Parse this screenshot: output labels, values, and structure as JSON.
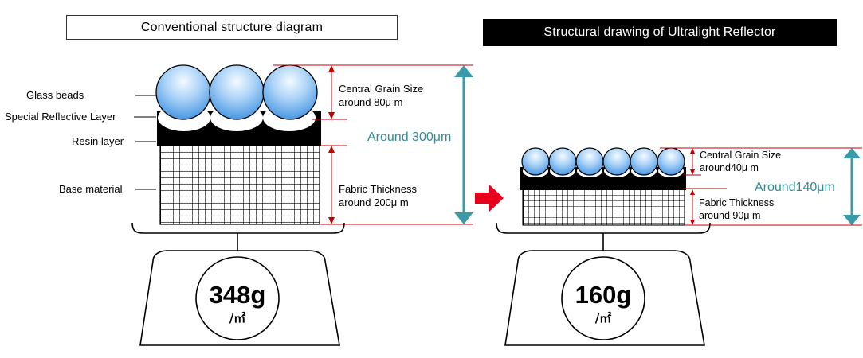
{
  "conventional": {
    "title": "Conventional structure diagram",
    "labels": {
      "glass_beads": "Glass beads",
      "special_layer": "Special Reflective Layer",
      "resin_layer": "Resin layer",
      "base_material": "Base material"
    },
    "grain_line1": "Central Grain Size",
    "grain_line2": "around  80μ m",
    "fabric_line1": "Fabric Thickness",
    "fabric_line2": "around 200μ m",
    "total": "Around 300μm",
    "weight": "348g",
    "unit": "/㎡"
  },
  "ultralight": {
    "title": "Structural drawing of Ultralight Reflector",
    "grain_line1": "Central Grain Size",
    "grain_line2": "around40μ m",
    "fabric_line1": "Fabric Thickness",
    "fabric_line2": "around 90μ m",
    "total": "Around140μm",
    "weight": "160g",
    "unit": "/㎡"
  },
  "colors": {
    "dimension_red": "#c00000",
    "teal_arrow": "#3a9aa8",
    "teal_text": "#2e8c99",
    "red_arrow": "#e8001c",
    "bead_top": "#f4faff",
    "bead_bottom": "#3c8fe0"
  }
}
